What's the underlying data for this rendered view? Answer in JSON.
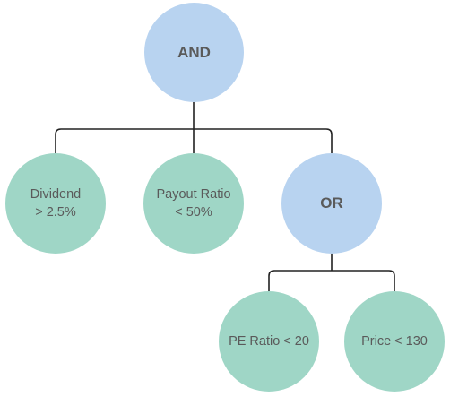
{
  "tree": {
    "root": {
      "label": "AND",
      "fill": "#b8d3f0",
      "children": [
        "dividend",
        "payout",
        "or"
      ]
    },
    "dividend": {
      "lines": [
        "Dividend",
        "> 2.5%"
      ],
      "fill": "#9fd6c6"
    },
    "payout": {
      "lines": [
        "Payout Ratio",
        "< 50%"
      ],
      "fill": "#9fd6c6"
    },
    "or": {
      "label": "OR",
      "fill": "#b8d3f0",
      "children": [
        "pe",
        "price"
      ]
    },
    "pe": {
      "lines": [
        "PE Ratio < 20"
      ],
      "fill": "#9fd6c6"
    },
    "price": {
      "lines": [
        "Price < 130"
      ],
      "fill": "#9fd6c6"
    }
  },
  "colors": {
    "operator_fill": "#b8d3f0",
    "condition_fill": "#9fd6c6",
    "connector": "#222222",
    "text": "#5a5a5a"
  }
}
